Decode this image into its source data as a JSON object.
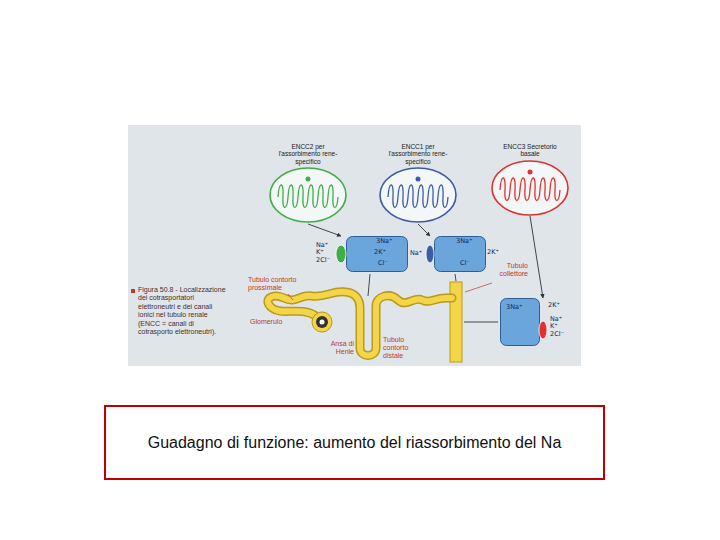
{
  "diagram": {
    "caption": "Figura 50.8 - Localizzazione dei cotrasportatori elettroneutri e dei canali ionici nel tubulo renale (ENCC = canali di cotrasporto elettroneutri).",
    "nodes": [
      {
        "text": [
          "ENCC2 per l'assorbimento rene-specifico"
        ]
      },
      {
        "text": [
          "ENCC1 per l'assorbimento rene-specifico"
        ]
      },
      {
        "text": [
          "ENCC3 Secretorio basale"
        ]
      },
      {
        "text": [
          "Na⁺ K⁺ 2Cl⁻",
          "3Na⁺",
          "2K⁺",
          "Cl⁻"
        ]
      },
      {
        "text": [
          "Na⁺",
          "3Na⁺",
          "2K⁺",
          "Cl⁻"
        ]
      },
      {
        "text": [
          "3Na⁺",
          "2K⁺",
          "Na⁺ K⁺ 2Cl⁻"
        ]
      },
      {
        "text": [
          "Guadagno di funzione: aumento del riassorbimento del Na"
        ]
      }
    ],
    "edges": [
      {
        "from": 0,
        "to": 3,
        "arrow": "to"
      },
      {
        "from": 1,
        "to": 4,
        "arrow": "to"
      },
      {
        "from": 2,
        "to": 5,
        "arrow": "to"
      }
    ],
    "labels": [
      "Tubulo contorto prossimale",
      "Glomerulo",
      "Ansa di Henle",
      "Tubulo contorto distale",
      "Tubulo collettore"
    ]
  }
}
